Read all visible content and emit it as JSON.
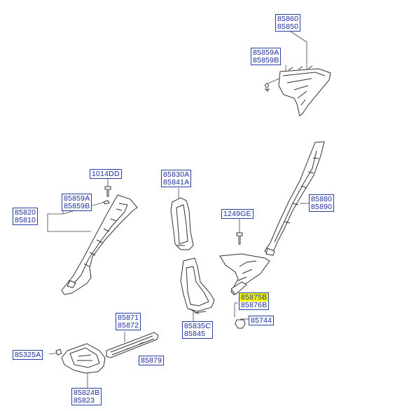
{
  "callouts": {
    "roof_side_rear": [
      "85860",
      "85850"
    ],
    "rear_clip": [
      "85859A",
      "85859B"
    ],
    "front_bolt": "1014DD",
    "front_clip": [
      "85859A",
      "85859B"
    ],
    "front_pillar": [
      "85820",
      "85810"
    ],
    "center_pillar_upper": [
      "85830A",
      "85841A"
    ],
    "rear_bolt": "1249GE",
    "rear_pillar": [
      "85880",
      "85890"
    ],
    "door_trim_cover": [
      "85875B",
      "85876B"
    ],
    "door_clip": "85744",
    "center_pillar_lower": [
      "85835C",
      "85845"
    ],
    "scuff_plate": [
      "85871",
      "85872"
    ],
    "scuff_clip": "85879",
    "cowl_screw": "85325A",
    "cowl_side_trim": [
      "85824B",
      "85823"
    ]
  },
  "colors": {
    "label_border": "#2a3fa8",
    "label_text": "#1c2e9c",
    "highlight": "#f4f700",
    "line": "#333333"
  }
}
